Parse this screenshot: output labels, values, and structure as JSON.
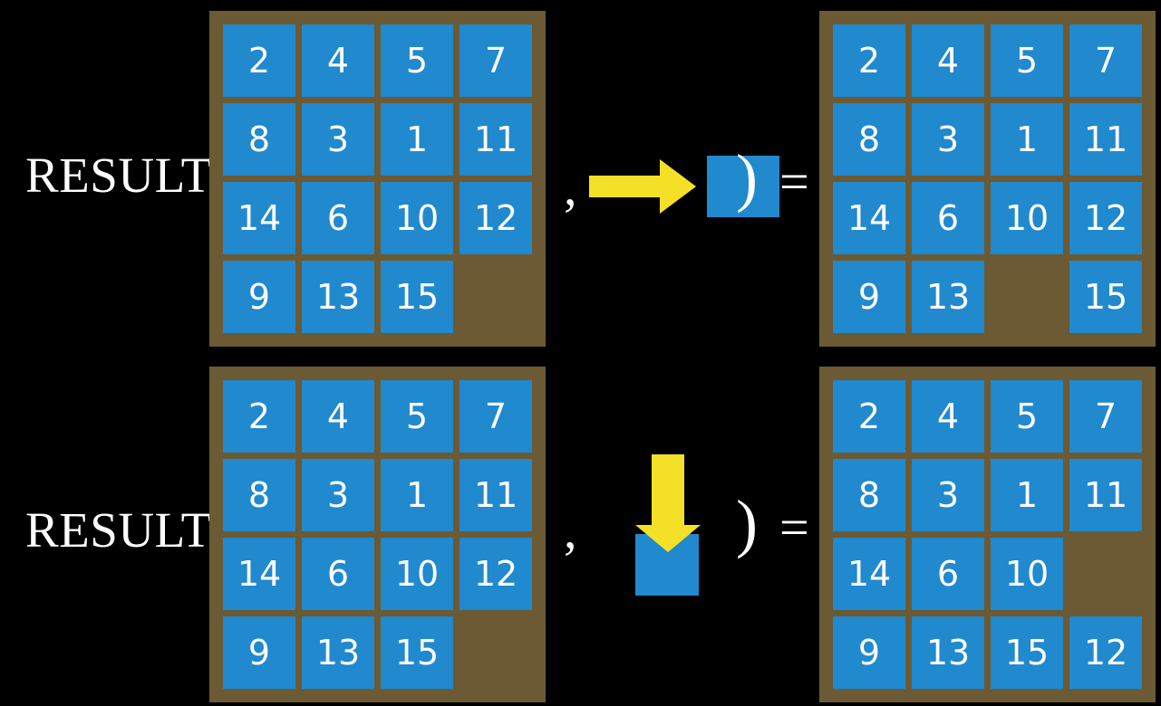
{
  "colors": {
    "background": "#000000",
    "board_frame": "#6b5a33",
    "tile": "#2189ce",
    "tile_text": "#ffffff",
    "arrow": "#f5e028",
    "text": "#ffffff"
  },
  "rows": [
    {
      "id": "row-right-move",
      "label": "RESULT(",
      "comma": ",",
      "paren_close": ")",
      "equals": "=",
      "move": {
        "direction": "right",
        "arrow_icon": "arrow-right-icon",
        "description": "slide tile right into blank"
      },
      "input_board": {
        "rows": 4,
        "cols": 4,
        "tiles": [
          [
            "2",
            "4",
            "5",
            "7"
          ],
          [
            "8",
            "3",
            "1",
            "11"
          ],
          [
            "14",
            "6",
            "10",
            "12"
          ],
          [
            "9",
            "13",
            "15",
            ""
          ]
        ],
        "blank_position": [
          3,
          3
        ]
      },
      "output_board": {
        "rows": 4,
        "cols": 4,
        "tiles": [
          [
            "2",
            "4",
            "5",
            "7"
          ],
          [
            "8",
            "3",
            "1",
            "11"
          ],
          [
            "14",
            "6",
            "10",
            "12"
          ],
          [
            "9",
            "13",
            "",
            "15"
          ]
        ],
        "blank_position": [
          3,
          2
        ]
      }
    },
    {
      "id": "row-down-move",
      "label": "RESULT(",
      "comma": ",",
      "paren_close": ")",
      "equals": "=",
      "move": {
        "direction": "down",
        "arrow_icon": "arrow-down-icon",
        "description": "slide tile down into blank"
      },
      "input_board": {
        "rows": 4,
        "cols": 4,
        "tiles": [
          [
            "2",
            "4",
            "5",
            "7"
          ],
          [
            "8",
            "3",
            "1",
            "11"
          ],
          [
            "14",
            "6",
            "10",
            "12"
          ],
          [
            "9",
            "13",
            "15",
            ""
          ]
        ],
        "blank_position": [
          3,
          3
        ]
      },
      "output_board": {
        "rows": 4,
        "cols": 4,
        "tiles": [
          [
            "2",
            "4",
            "5",
            "7"
          ],
          [
            "8",
            "3",
            "1",
            "11"
          ],
          [
            "14",
            "6",
            "10",
            ""
          ],
          [
            "9",
            "13",
            "15",
            "12"
          ]
        ],
        "blank_position": [
          2,
          3
        ]
      }
    }
  ]
}
